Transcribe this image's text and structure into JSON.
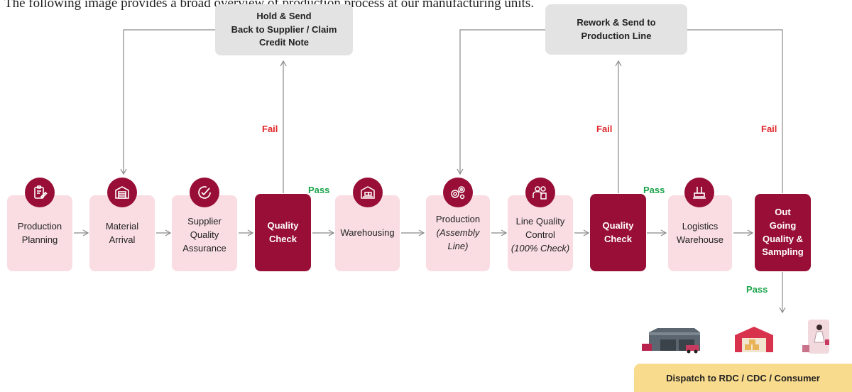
{
  "intro_text": "The following image provides a broad overview of production process at our manufacturing units.",
  "steps": [
    {
      "lines": [
        "Production",
        "Planning"
      ],
      "icon": "clipboard-pen-icon"
    },
    {
      "lines": [
        "Material",
        "Arrival"
      ],
      "icon": "warehouse-door-icon"
    },
    {
      "lines": [
        "Supplier",
        "Quality",
        "Assurance"
      ],
      "icon": "check-badge-icon"
    },
    {
      "lines": [
        "Quality",
        "Check"
      ]
    },
    {
      "lines": [
        "Warehousing"
      ],
      "icon": "forklift-truck-icon"
    },
    {
      "lines": [
        "Production",
        "(Assembly",
        "Line)"
      ],
      "icon": "gears-icon"
    },
    {
      "lines": [
        "Line Quality",
        "Control",
        "(100% Check)"
      ],
      "icon": "workers-icon"
    },
    {
      "lines": [
        "Quality",
        "Check"
      ]
    },
    {
      "lines": [
        "Logistics",
        "Warehouse"
      ],
      "icon": "factory-icon"
    },
    {
      "lines": [
        "Out",
        "Going",
        "Quality &",
        "Sampling"
      ]
    }
  ],
  "feedback_boxes": [
    {
      "lines": [
        "Hold & Send",
        "Back to Supplier / Claim",
        "Credit Note"
      ]
    },
    {
      "lines": [
        "Rework & Send to",
        "Production Line"
      ]
    }
  ],
  "labels": {
    "fail": "Fail",
    "pass": "Pass"
  },
  "dispatch": {
    "label": "Dispatch to RDC / CDC / Consumer",
    "icons": [
      "distribution-center-icon",
      "warehouse-icon",
      "consumer-icon"
    ]
  },
  "colors": {
    "dark": "#980e36",
    "light": "#f9dde3",
    "gray": "#e3e3e3",
    "fail": "#e0262a",
    "pass": "#1aa54a",
    "dispatch": "#f8db8c"
  }
}
